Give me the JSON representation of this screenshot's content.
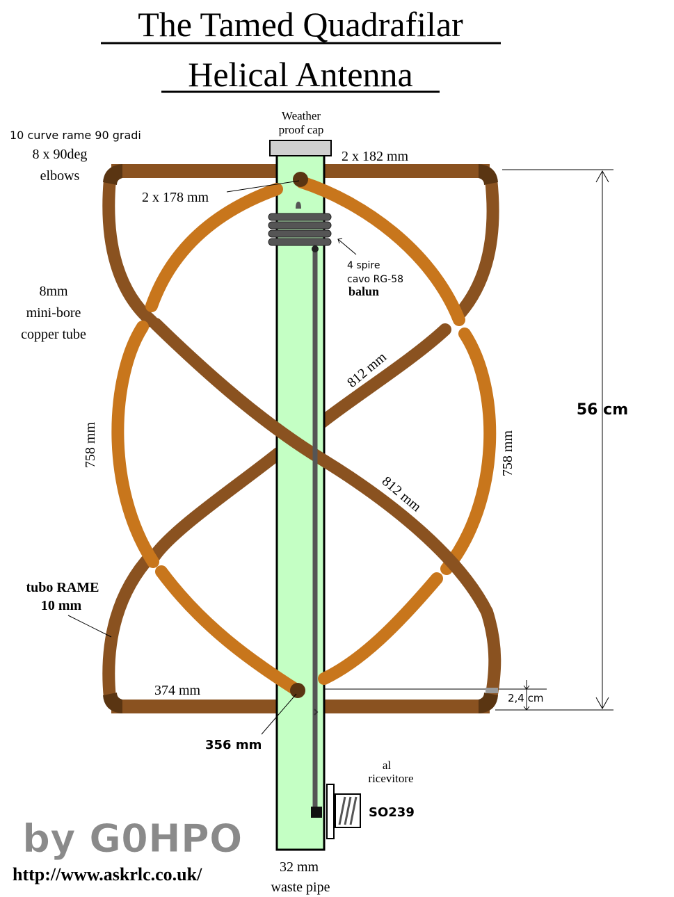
{
  "title": {
    "line1": "The Tamed Quadrafilar",
    "line2": "Helical Antenna"
  },
  "labels": {
    "cap": [
      "Weather",
      "proof cap"
    ],
    "elbows_it": "10 curve rame 90 gradi",
    "elbows_en": [
      "8 x 90deg",
      "elbows"
    ],
    "top_long": "2 x 182 mm",
    "top_short": "2 x 178 mm",
    "balun": [
      "4 spire",
      "cavo RG-58",
      "balun"
    ],
    "tube": [
      "8mm",
      "mini-bore",
      "copper tube"
    ],
    "loop_long_a": "812 mm",
    "loop_long_b": "812 mm",
    "loop_short_left": "758 mm",
    "loop_short_right": "758 mm",
    "height": "56 cm",
    "tube_it": [
      "tubo RAME",
      "10 mm"
    ],
    "bottom_long": "374 mm",
    "bottom_short": "356 mm",
    "offset": "2,4 cm",
    "receiver": [
      "al",
      "ricevitore"
    ],
    "connector": "SO239",
    "pipe": [
      "32 mm",
      "waste pipe"
    ]
  },
  "credit": {
    "author": "by G0HPO",
    "url": "http://www.askrlc.co.uk/"
  },
  "colors": {
    "dark_copper": "#8a5220",
    "light_copper": "#c8761c",
    "elbow": "#5a3512",
    "pipe": "#c4ffc4",
    "coax": "#555555",
    "cap": "#d0d0d0"
  }
}
